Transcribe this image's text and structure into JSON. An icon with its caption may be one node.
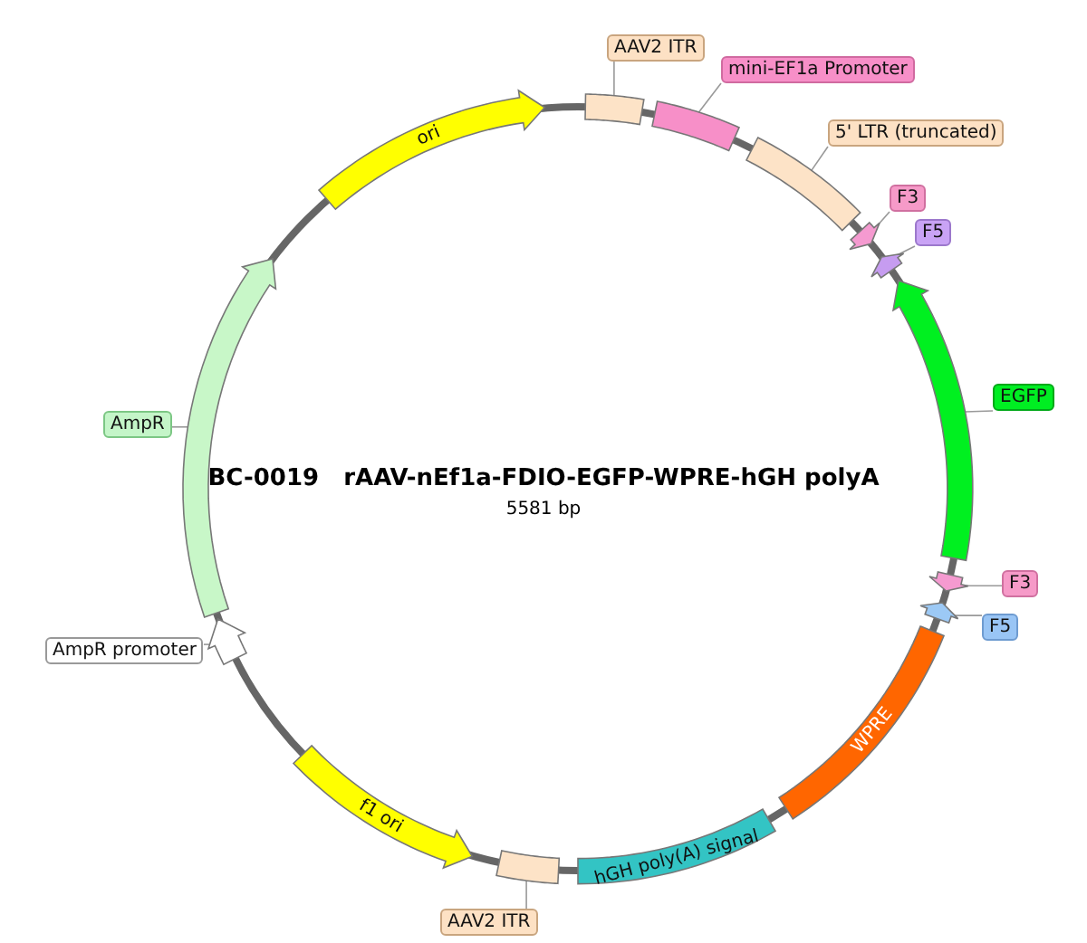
{
  "diagram": {
    "title": "BC-0019   rAAV-nEf1a-FDIO-EGFP-WPRE-hGH polyA",
    "nodes": [
      {
        "text": [
          "ori"
        ]
      },
      {
        "text": [
          "AAV2 ITR"
        ]
      },
      {
        "text": [],
        "shape": "box"
      },
      {
        "text": [
          "mini-EF1a Promoter"
        ]
      },
      {
        "text": [],
        "shape": "box"
      },
      {
        "text": [
          "5' LTR (truncated)"
        ]
      },
      {
        "text": [],
        "shape": "box"
      },
      {
        "text": [
          "F3"
        ]
      },
      {
        "text": [],
        "shape": "arrow"
      },
      {
        "text": [
          "F5"
        ]
      },
      {
        "text": [],
        "shape": "arrow"
      },
      {
        "text": [
          "EGFP"
        ]
      },
      {
        "text": [],
        "shape": "arrow"
      },
      {
        "text": [
          "F3"
        ]
      },
      {
        "text": [],
        "shape": "arrow"
      },
      {
        "text": [
          "F5"
        ]
      },
      {
        "text": [],
        "shape": "arrow"
      },
      {
        "text": [
          "WPRE"
        ]
      },
      {
        "text": [
          "hGH poly(A) signal"
        ]
      },
      {
        "text": [
          "AAV2 ITR"
        ]
      },
      {
        "text": [],
        "shape": "box"
      },
      {
        "text": [
          "f1 ori"
        ]
      },
      {
        "text": [
          "AmpR promoter"
        ]
      },
      {
        "text": [],
        "shape": "arrow"
      },
      {
        "text": [
          "AmpR"
        ]
      },
      {
        "text": [],
        "shape": "arrow"
      }
    ],
    "edges": [
      {
        "from": 1,
        "to": 2,
        "arrow": "none"
      },
      {
        "from": 3,
        "to": 4,
        "arrow": "none"
      },
      {
        "from": 5,
        "to": 6,
        "arrow": "none"
      },
      {
        "from": 7,
        "to": 8,
        "arrow": "none"
      },
      {
        "from": 9,
        "to": 10,
        "arrow": "none"
      },
      {
        "from": 11,
        "to": 12,
        "arrow": "none"
      },
      {
        "from": 13,
        "to": 14,
        "arrow": "none"
      },
      {
        "from": 15,
        "to": 16,
        "arrow": "none"
      },
      {
        "from": 19,
        "to": 20,
        "arrow": "none"
      },
      {
        "from": 22,
        "to": 23,
        "arrow": "none"
      },
      {
        "from": 24,
        "to": 25,
        "arrow": "none"
      }
    ],
    "labels": [
      "5581 bp"
    ]
  }
}
